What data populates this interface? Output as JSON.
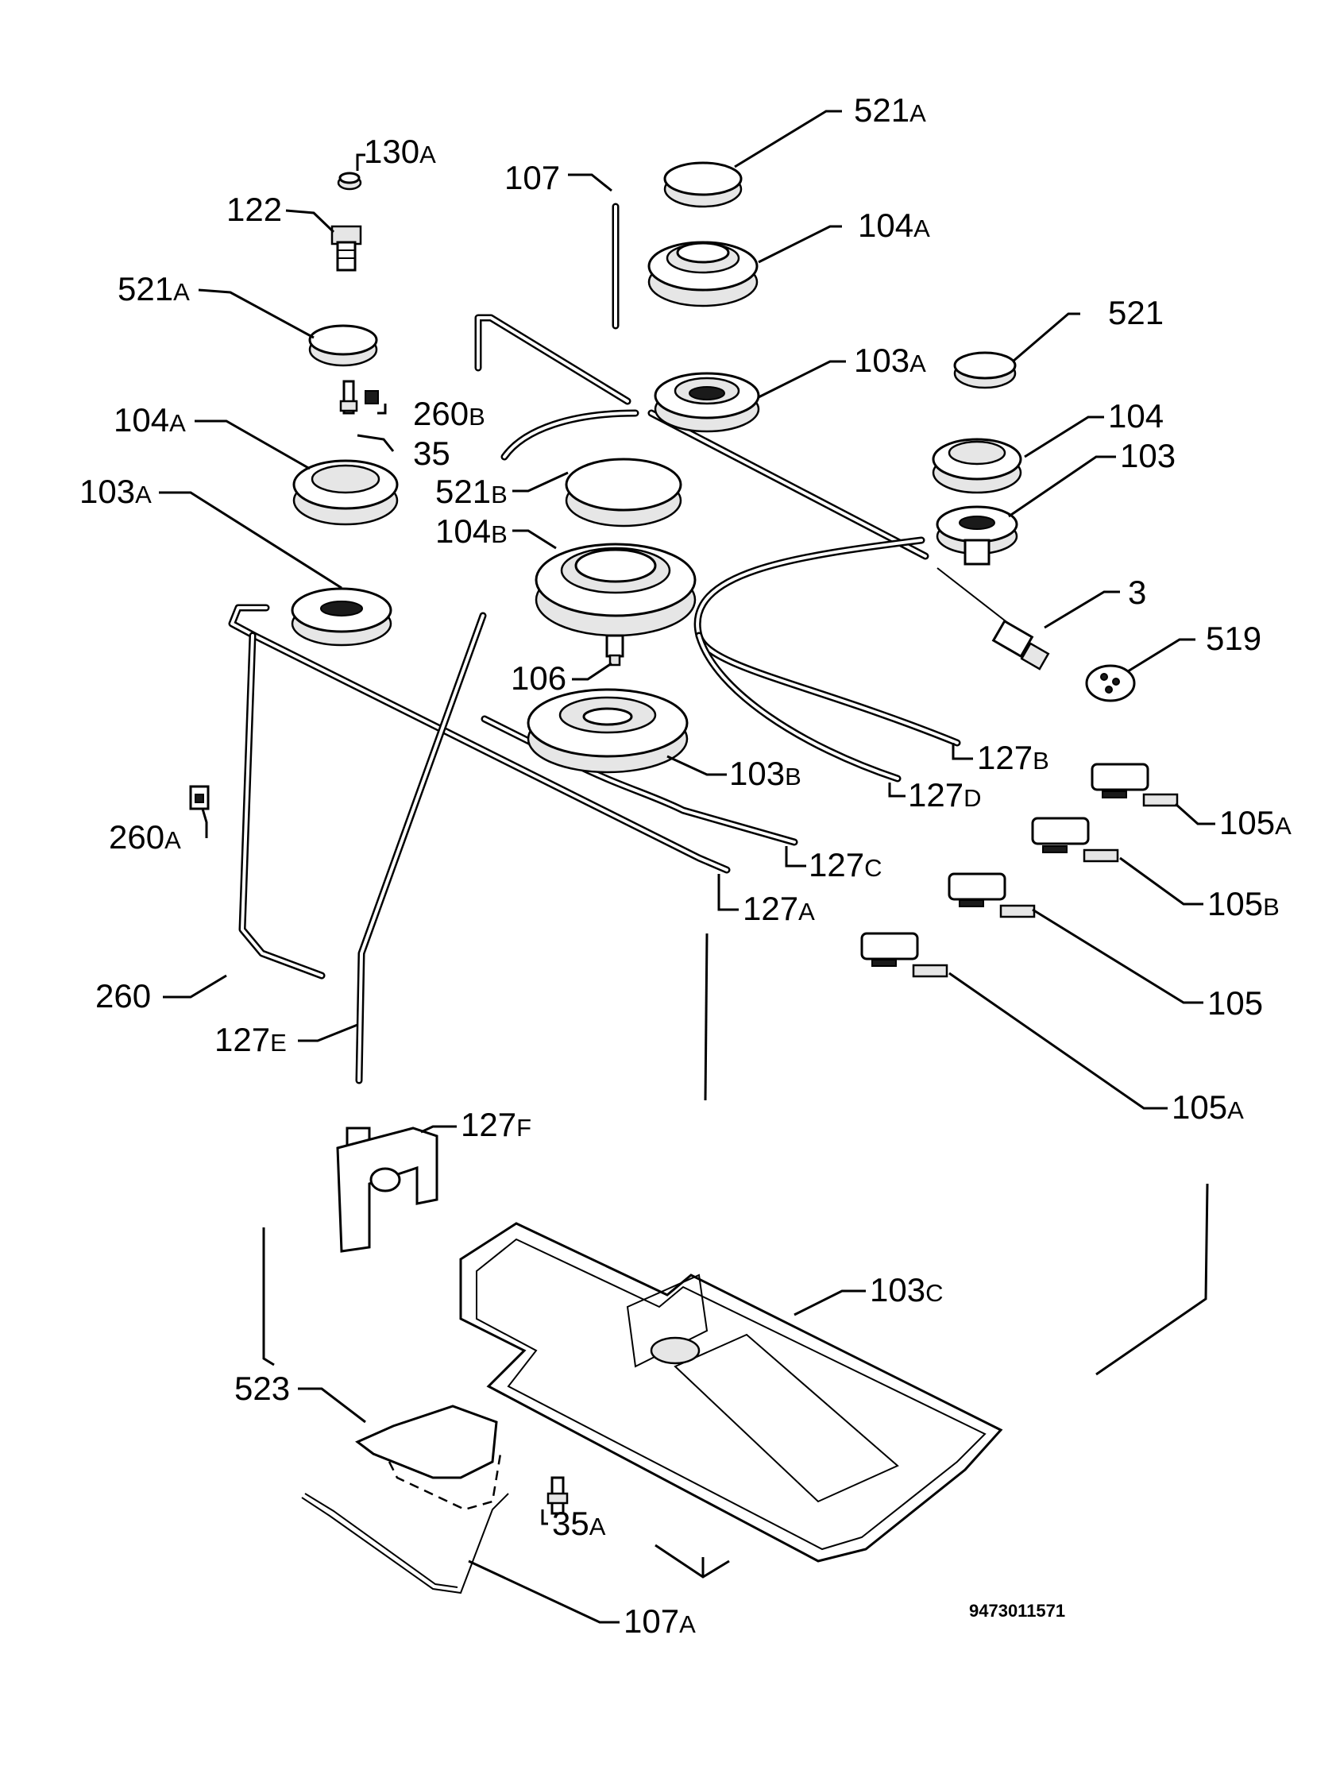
{
  "diagram": {
    "reference_code": "9473011571",
    "callouts": [
      {
        "id": "c130A",
        "num": "130",
        "suffix": "A"
      },
      {
        "id": "c122",
        "num": "122",
        "suffix": ""
      },
      {
        "id": "c521A_left",
        "num": "521",
        "suffix": "A"
      },
      {
        "id": "c260B",
        "num": "260",
        "suffix": "B"
      },
      {
        "id": "c35",
        "num": "35",
        "suffix": ""
      },
      {
        "id": "c104A_left",
        "num": "104",
        "suffix": "A"
      },
      {
        "id": "c103A_left",
        "num": "103",
        "suffix": "A"
      },
      {
        "id": "c107",
        "num": "107",
        "suffix": ""
      },
      {
        "id": "c521A_top",
        "num": "521",
        "suffix": "A"
      },
      {
        "id": "c104A_top",
        "num": "104",
        "suffix": "A"
      },
      {
        "id": "c103A_mid",
        "num": "103",
        "suffix": "A"
      },
      {
        "id": "c521",
        "num": "521",
        "suffix": ""
      },
      {
        "id": "c104",
        "num": "104",
        "suffix": ""
      },
      {
        "id": "c103",
        "num": "103",
        "suffix": ""
      },
      {
        "id": "c521B",
        "num": "521",
        "suffix": "B"
      },
      {
        "id": "c104B",
        "num": "104",
        "suffix": "B"
      },
      {
        "id": "c3",
        "num": "3",
        "suffix": ""
      },
      {
        "id": "c519",
        "num": "519",
        "suffix": ""
      },
      {
        "id": "c106",
        "num": "106",
        "suffix": ""
      },
      {
        "id": "c103B",
        "num": "103",
        "suffix": "B"
      },
      {
        "id": "c127B",
        "num": "127",
        "suffix": "B"
      },
      {
        "id": "c127D",
        "num": "127",
        "suffix": "D"
      },
      {
        "id": "c260A",
        "num": "260",
        "suffix": "A"
      },
      {
        "id": "c105A_top",
        "num": "105",
        "suffix": "A"
      },
      {
        "id": "c127C",
        "num": "127",
        "suffix": "C"
      },
      {
        "id": "c105B",
        "num": "105",
        "suffix": "B"
      },
      {
        "id": "c127A",
        "num": "127",
        "suffix": "A"
      },
      {
        "id": "c105",
        "num": "105",
        "suffix": ""
      },
      {
        "id": "c260",
        "num": "260",
        "suffix": ""
      },
      {
        "id": "c127E",
        "num": "127",
        "suffix": "E"
      },
      {
        "id": "c105A_bottom",
        "num": "105",
        "suffix": "A"
      },
      {
        "id": "c127F",
        "num": "127",
        "suffix": "F"
      },
      {
        "id": "c103C",
        "num": "103",
        "suffix": "C"
      },
      {
        "id": "c523",
        "num": "523",
        "suffix": ""
      },
      {
        "id": "c35A",
        "num": "35",
        "suffix": "A"
      },
      {
        "id": "c107A",
        "num": "107",
        "suffix": "A"
      }
    ]
  }
}
